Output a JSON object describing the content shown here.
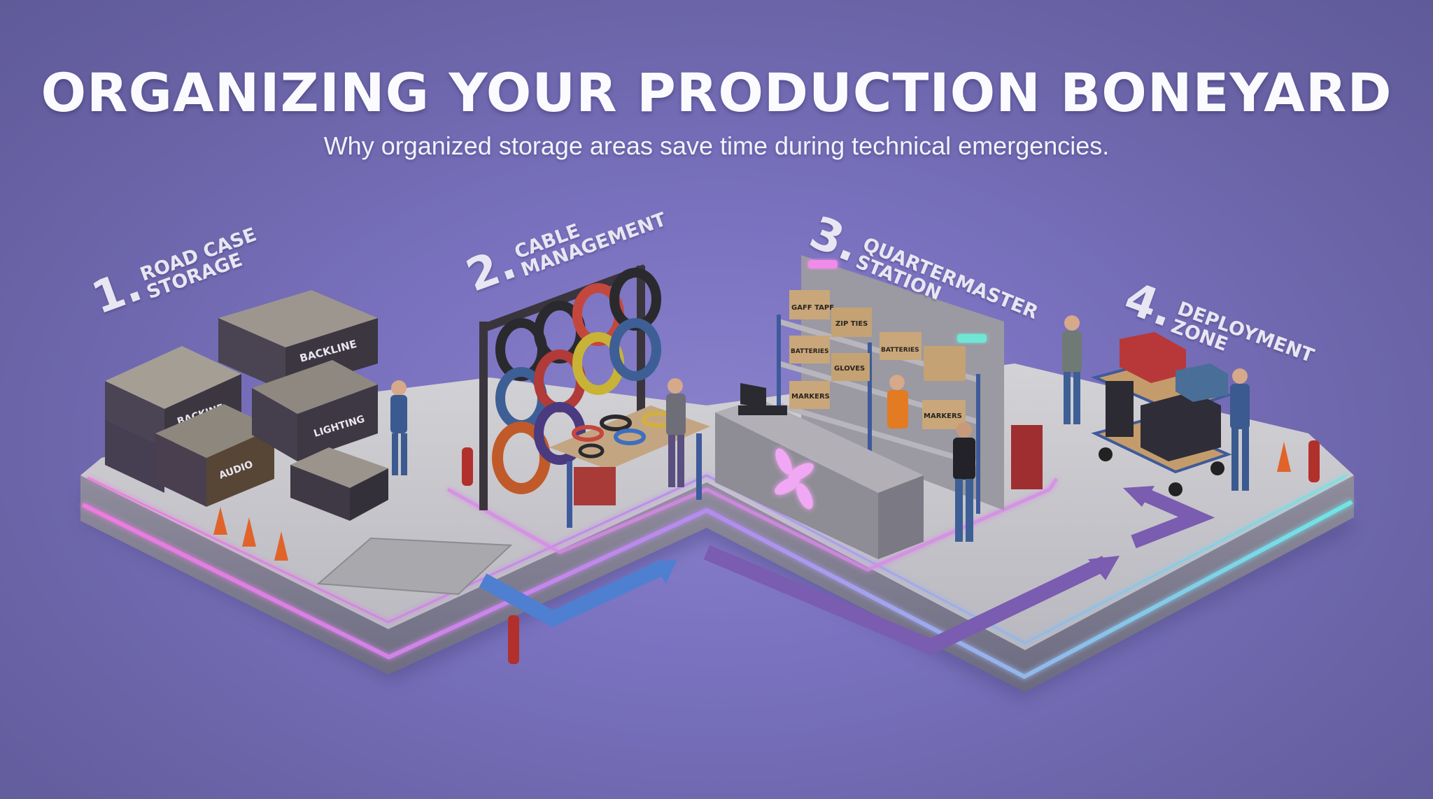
{
  "header": {
    "title": "ORGANIZING YOUR PRODUCTION BONEYARD",
    "subtitle": "Why organized storage areas save time during technical emergencies."
  },
  "zones": [
    {
      "number": "1.",
      "line1": "ROAD CASE",
      "line2": "STORAGE"
    },
    {
      "number": "2.",
      "line1": "CABLE",
      "line2": "MANAGEMENT"
    },
    {
      "number": "3.",
      "line1": "QUARTERMASTER",
      "line2": "STATION"
    },
    {
      "number": "4.",
      "line1": "DEPLOYMENT",
      "line2": "ZONE"
    }
  ],
  "road_cases": {
    "labels": [
      "BACKINE",
      "BACKLINE",
      "LIGHTING",
      "AUDIO"
    ]
  },
  "quartermaster_boxes": {
    "labels": [
      "GAFF TAPE",
      "ZIP TIES",
      "BATTERIES",
      "GLOVES",
      "MARKERS",
      "BATTERIES",
      "MARKERS"
    ]
  },
  "colors": {
    "background": "#7a72bf",
    "floor": "#c9c8cc",
    "neon_pink": "#e07ae8",
    "neon_violet": "#b48cf0",
    "neon_cyan": "#6fe6e6",
    "arrow_blue": "#4f7fd0",
    "arrow_purple": "#7a5cb0",
    "case_dark": "#3b3640",
    "cardboard": "#c9a77a"
  }
}
